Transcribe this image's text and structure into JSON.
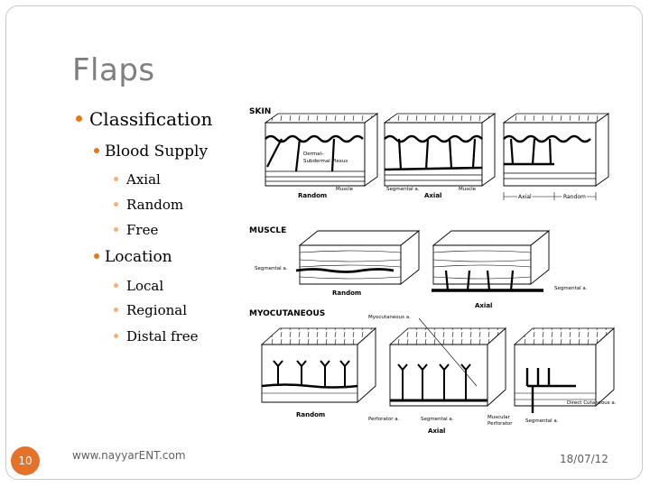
{
  "slide": {
    "title": "Flaps",
    "footer_url": "www.nayyarENT.com",
    "footer_date": "18/07/12",
    "page_number": "10"
  },
  "bullets": [
    {
      "level": 1,
      "text": "Classification"
    },
    {
      "level": 2,
      "text": "Blood Supply"
    },
    {
      "level": 3,
      "text": "Axial"
    },
    {
      "level": 3,
      "text": "Random"
    },
    {
      "level": 3,
      "text": "Free"
    },
    {
      "level": 2,
      "text": "Location"
    },
    {
      "level": 3,
      "text": "Local"
    },
    {
      "level": 3,
      "text": "Regional"
    },
    {
      "level": 3,
      "text": "Distal free"
    }
  ],
  "figure": {
    "sections": {
      "skin": "SKIN",
      "muscle": "MUSCLE",
      "myocutaneous": "MYOCUTANEOUS"
    },
    "labels": {
      "dermal": "Dermal–",
      "subdermal": "Subdermal Plexus",
      "muscle": "Muscle",
      "segmental": "Segmental a.",
      "random": "Random",
      "axial": "Axial",
      "musculocutaneous": "Myocutaneous a.",
      "perforator": "Perforator a.",
      "muscular_perforator_1": "Muscular",
      "muscular_perforator_2": "Perforator",
      "direct_cutaneous": "Direct Cutaneous a."
    }
  },
  "colors": {
    "bullet": "#e07a20",
    "sub_bullet": "#f2b179",
    "title": "#7f7f7f",
    "page_badge": "#e5722a"
  }
}
